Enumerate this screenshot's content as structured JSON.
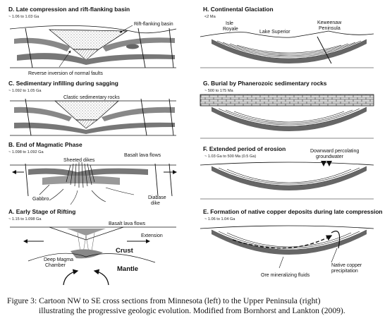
{
  "panels": {
    "D": {
      "title": "D. Late compression and rift-flanking basin",
      "age": "~ 1.06 to 1.03 Ga",
      "labels": {
        "rift_basin": "Rift-flanking basin",
        "reverse": "Reverse inversion of normal faults"
      }
    },
    "C": {
      "title": "C. Sedimentary infilling during sagging",
      "age": "~ 1.092 to 1.05 Ga",
      "labels": {
        "clastic": "Clastic sedimentary rocks"
      }
    },
    "B": {
      "title": "B. End of Magmatic Phase",
      "age": "~ 1.098 to 1.092 Ga",
      "labels": {
        "sheeted": "Sheeted dikes",
        "basalt": "Basalt lava flows",
        "gabbro": "Gabbro",
        "diabase1": "Diabase",
        "diabase2": "dike"
      }
    },
    "A": {
      "title": "A. Early Stage of Rifting",
      "age": "~ 1.15 to 1.098 Ga",
      "labels": {
        "basalt": "Basalt lava flows",
        "extension": "Extension",
        "crust": "Crust",
        "magma1": "Deep Magma",
        "magma2": "Chamber",
        "mantle": "Mantle"
      }
    },
    "H": {
      "title": "H. Continental Glaciation",
      "age": "<2 Ma",
      "labels": {
        "isle1": "Isle",
        "isle2": "Royale",
        "lake": "Lake Superior",
        "kew1": "Keweenaw",
        "kew2": "Peninsula"
      }
    },
    "G": {
      "title": "G. Burial by Phanerozoic sedimentary rocks",
      "age": "~ 500 to 175 Ma"
    },
    "F": {
      "title": "F. Extended period of erosion",
      "age": "~ 1.03 Ga to 500 Ma (0.5 Ga)",
      "labels": {
        "perc1": "Downward percolating",
        "perc2": "groundwater"
      }
    },
    "E": {
      "title": "E. Formation of native copper deposits during late compression",
      "age": "~ 1.06 to 1.04 Ga",
      "labels": {
        "ore": "Ore mineralizing fluids",
        "native1": "Native copper",
        "native2": "precipitation"
      }
    }
  },
  "caption": {
    "line1": "Figure 3: Cartoon NW to SE cross sections from Minnesota (left) to the Upper Peninsula (right)",
    "line2": "illustrating the progressive geologic evolution. Modified from Bornhorst and Lankton (2009)."
  }
}
